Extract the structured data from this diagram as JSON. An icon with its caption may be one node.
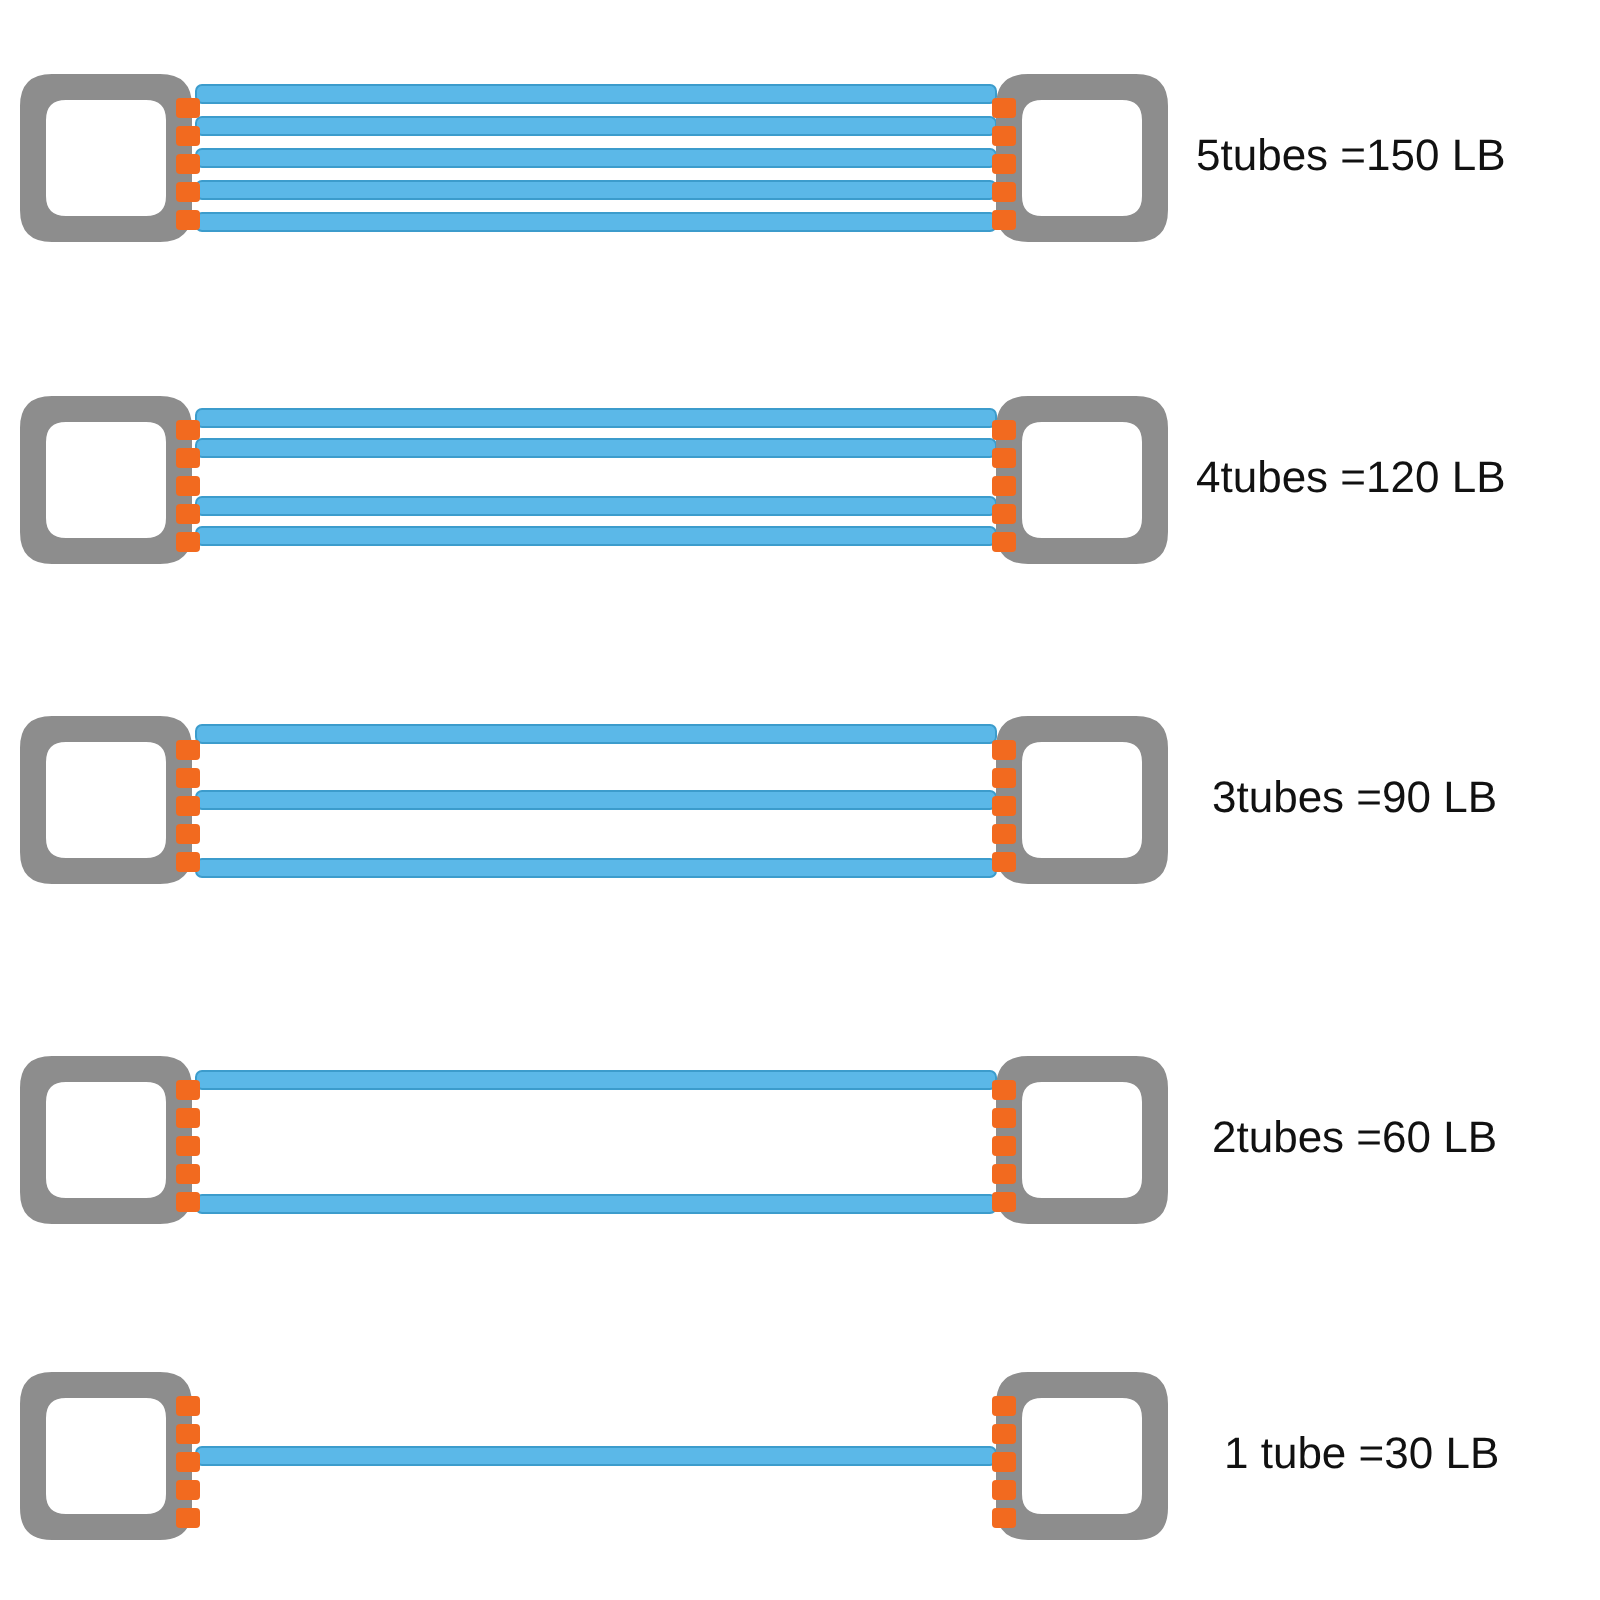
{
  "diagram": {
    "labels": [
      "5tubes =150 LB",
      "4tubes =120 LB",
      "3tubes =90 LB",
      "2tubes =60 LB",
      "1 tube =30 LB"
    ]
  }
}
